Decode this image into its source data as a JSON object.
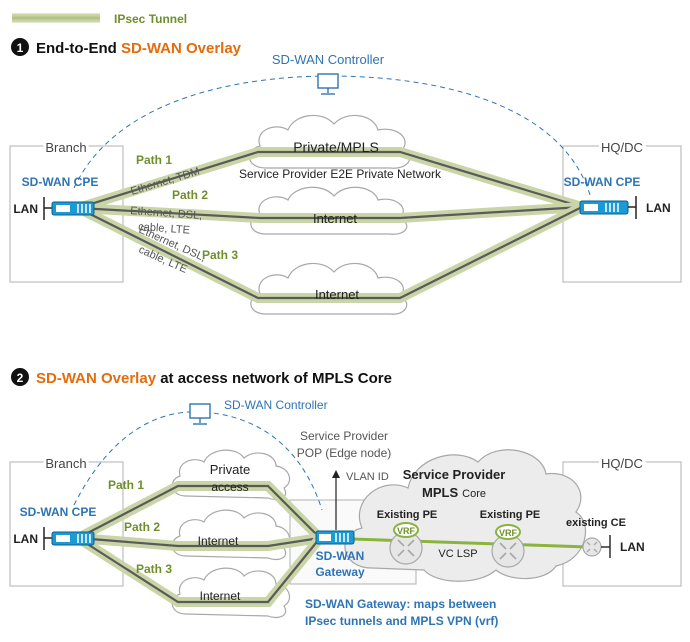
{
  "legend": {
    "label": "IPsec Tunnel"
  },
  "section1": {
    "number": "1",
    "title_prefix": "End-to-End ",
    "title_highlight": "SD-WAN Overlay",
    "controller": "SD-WAN Controller",
    "branch": "Branch",
    "hq": "HQ/DC",
    "cpe_left": "SD-WAN CPE",
    "cpe_right": "SD-WAN CPE",
    "lan_left": "LAN",
    "lan_right": "LAN",
    "cloud1": "Private/MPLS",
    "cloud1_sub": "Service Provider E2E Private Network",
    "cloud2": "Internet",
    "cloud3": "Internet",
    "path1": "Path 1",
    "path2": "Path 2",
    "path3": "Path 3",
    "link1": "Ethernet, TDM",
    "link2a": "Ethernet, DSL,",
    "link2b": "cable,  LTE",
    "link3a": "Ethernet, DSL,",
    "link3b": "cable,  LTE"
  },
  "section2": {
    "number": "2",
    "title_highlight": "SD-WAN Overlay",
    "title_suffix": " at access network of MPLS Core",
    "controller": "SD-WAN Controller",
    "branch": "Branch",
    "hq": "HQ/DC",
    "cpe": "SD-WAN CPE",
    "lan_left": "LAN",
    "lan_right": "LAN",
    "cloud1a": "Private",
    "cloud1b": "access",
    "cloud2": "Internet",
    "cloud3": "Internet",
    "path1": "Path 1",
    "path2": "Path 2",
    "path3": "Path 3",
    "sp_pop_a": "Service Provider",
    "sp_pop_b": "POP (Edge node)",
    "vlan": "VLAN ID",
    "mpls_a": "Service Provider",
    "mpls_b": "MPLS",
    "mpls_c": "Core",
    "pe1": "Existing PE",
    "pe2": "Existing PE",
    "vrf1": "VRF",
    "vrf2": "VRF",
    "vc_lsp": "VC LSP",
    "ce": "existing CE",
    "gw_a": "SD-WAN",
    "gw_b": "Gateway",
    "note_a": "SD-WAN Gateway: maps between",
    "note_b": "IPsec tunnels and MPLS VPN (vrf)"
  }
}
